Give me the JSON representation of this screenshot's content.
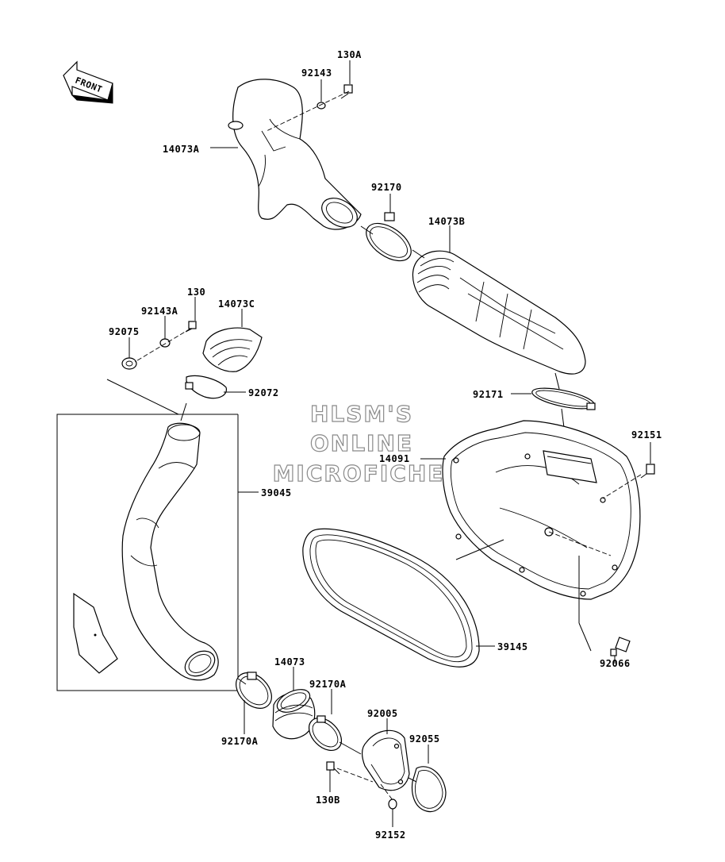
{
  "front_arrow": {
    "label": "FRONT",
    "icon": "front-arrow-icon"
  },
  "watermark": {
    "lines": [
      "HLSM'S",
      "ONLINE",
      "MICROFICHE"
    ],
    "color": "#8a8a8a"
  },
  "labels": {
    "p130A": "130A",
    "p92143": "92143",
    "p14073A": "14073A",
    "p92170": "92170",
    "p14073B": "14073B",
    "p130": "130",
    "p92143A": "92143A",
    "p14073C": "14073C",
    "p92075": "92075",
    "p92072": "92072",
    "p92171": "92171",
    "p92151": "92151",
    "p14091": "14091",
    "p39045": "39045",
    "p39145": "39145",
    "p92066": "92066",
    "p14073": "14073",
    "p92170A_top": "92170A",
    "p92005": "92005",
    "p92055": "92055",
    "p92170A_bottom": "92170A",
    "p130B": "130B",
    "p92152": "92152"
  }
}
